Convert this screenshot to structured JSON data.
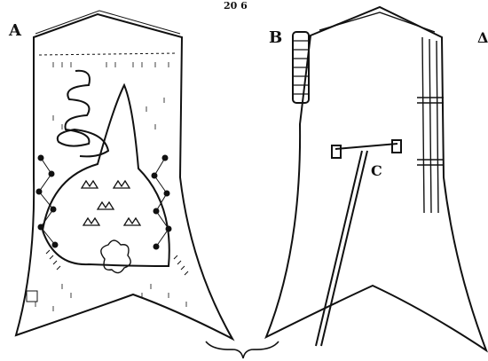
{
  "labels": {
    "a": "A",
    "b": "B",
    "c": "C",
    "corner": "Δ",
    "top": "20 6"
  },
  "colors": {
    "ink": "#111111",
    "paper": "#ffffff"
  }
}
